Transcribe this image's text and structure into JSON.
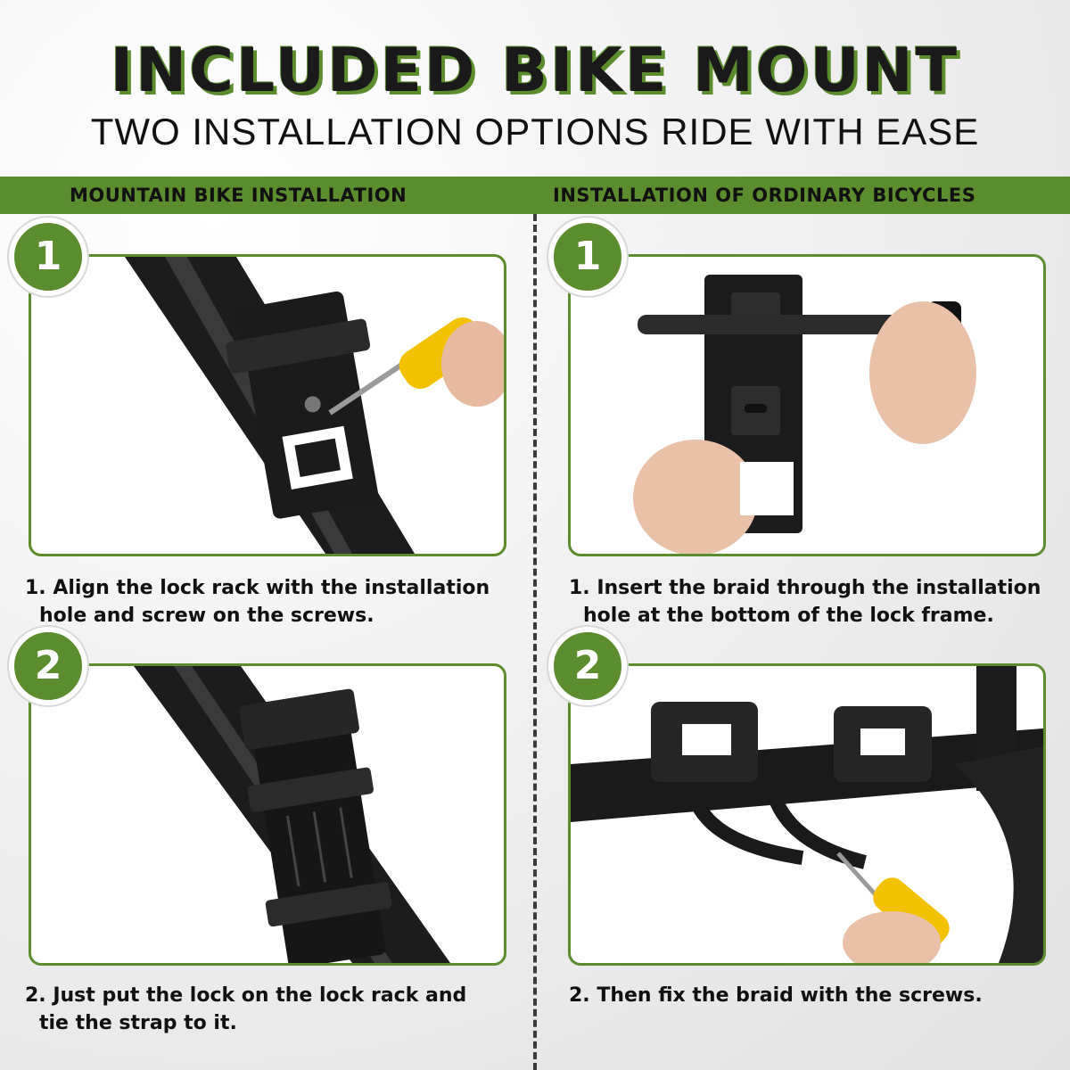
{
  "header": {
    "title": "INCLUDED BIKE MOUNT",
    "subtitle": "TWO INSTALLATION OPTIONS RIDE WITH EASE"
  },
  "columns": {
    "left_heading": "MOUNTAIN BIKE INSTALLATION",
    "right_heading": "INSTALLATION OF ORDINARY BICYCLES"
  },
  "steps": {
    "left_1": {
      "number": "1",
      "line1": "1. Align the lock rack with the installation",
      "line2": "hole and screw on the screws."
    },
    "left_2": {
      "number": "2",
      "line1": "2. Just put the lock on the lock rack and",
      "line2": "tie the strap to it."
    },
    "right_1": {
      "number": "1",
      "line1": "1. Insert the braid through the installation",
      "line2": "hole at the bottom of the lock frame."
    },
    "right_2": {
      "number": "2",
      "line1": "2. Then fix the braid with the screws."
    }
  },
  "colors": {
    "accent_green": "#5b8d2f",
    "text_dark": "#111111",
    "screwdriver_yellow": "#f2c200"
  }
}
